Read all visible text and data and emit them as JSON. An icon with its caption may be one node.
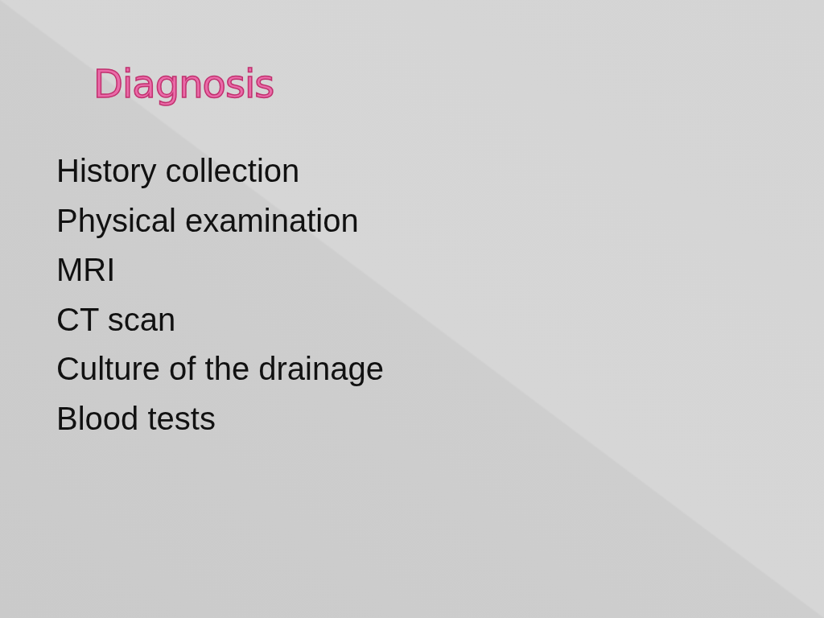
{
  "diagram": {
    "title": "Diagnosis",
    "labels": [
      "History collection",
      "Physical examination",
      "MRI",
      "CT scan",
      "Culture of the drainage",
      "Blood tests"
    ]
  }
}
